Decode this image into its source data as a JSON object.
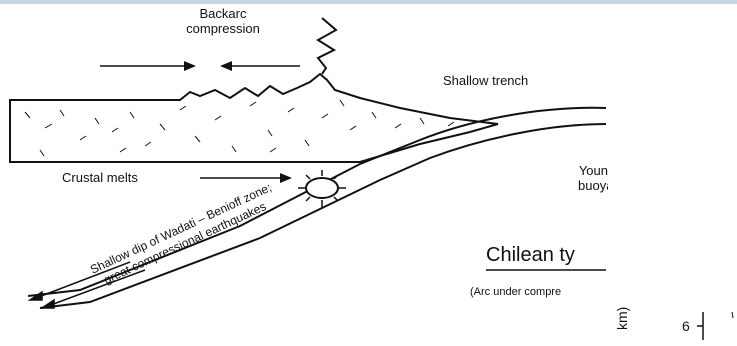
{
  "labels": {
    "backarc_line1": "Backarc",
    "backarc_line2": "compression",
    "shallow_trench": "Shallow trench",
    "crustal_melts": "Crustal melts",
    "young_line1": "Youn",
    "young_line2": "buoya",
    "wadati_line1": "Shallow dip of Wadati – Benioff zone;",
    "wadati_line2": "great compressional earthquakes",
    "chilean_title": "Chilean ty",
    "chilean_subtitle": "(Arc under compre"
  },
  "axis_fragment": {
    "unit": "km)",
    "tick_label": "6"
  },
  "colors": {
    "line": "#111111",
    "border": "#c9d3e6",
    "background": "#ffffff"
  }
}
